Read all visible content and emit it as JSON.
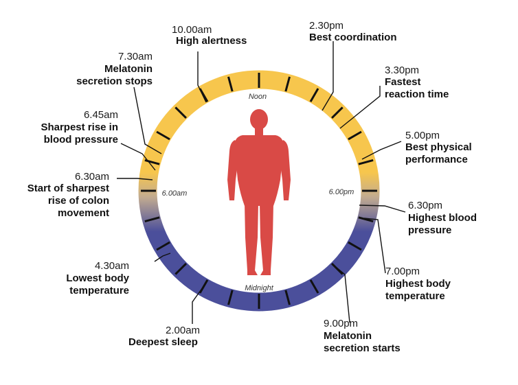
{
  "colors": {
    "day": "#f7c64d",
    "transition": "#c2ab90",
    "night": "#4b4f9b",
    "figure": "#d94a46",
    "text": "#111111"
  },
  "inner_labels": {
    "top": "Noon",
    "bottom": "Midnight",
    "left": "6.00am",
    "right": "6.00pm"
  },
  "events": [
    {
      "time": "10.00am",
      "label": [
        "High alertness"
      ],
      "hour": 10.0
    },
    {
      "time": "2.30pm",
      "label": [
        "Best coordination"
      ],
      "hour": 14.5
    },
    {
      "time": "3.30pm",
      "label": [
        "Fastest",
        "reaction time"
      ],
      "hour": 15.5
    },
    {
      "time": "5.00pm",
      "label": [
        "Best physical",
        "performance"
      ],
      "hour": 17.0
    },
    {
      "time": "6.30pm",
      "label": [
        "Highest blood",
        "pressure"
      ],
      "hour": 18.5
    },
    {
      "time": "7.00pm",
      "label": [
        "Highest body",
        "temperature"
      ],
      "hour": 19.0
    },
    {
      "time": "9.00pm",
      "label": [
        "Melatonin",
        "secretion starts"
      ],
      "hour": 21.0
    },
    {
      "time": "2.00am",
      "label": [
        "Deepest sleep"
      ],
      "hour": 2.0
    },
    {
      "time": "4.30am",
      "label": [
        "Lowest body",
        "temperature"
      ],
      "hour": 4.5
    },
    {
      "time": "6.30am",
      "label": [
        "Start of sharpest",
        "rise of colon",
        "movement"
      ],
      "hour": 6.5
    },
    {
      "time": "6.45am",
      "label": [
        "Sharpest rise in",
        "blood pressure"
      ],
      "hour": 6.75
    },
    {
      "time": "7.30am",
      "label": [
        "Melatonin",
        "secretion stops"
      ],
      "hour": 7.5
    }
  ]
}
